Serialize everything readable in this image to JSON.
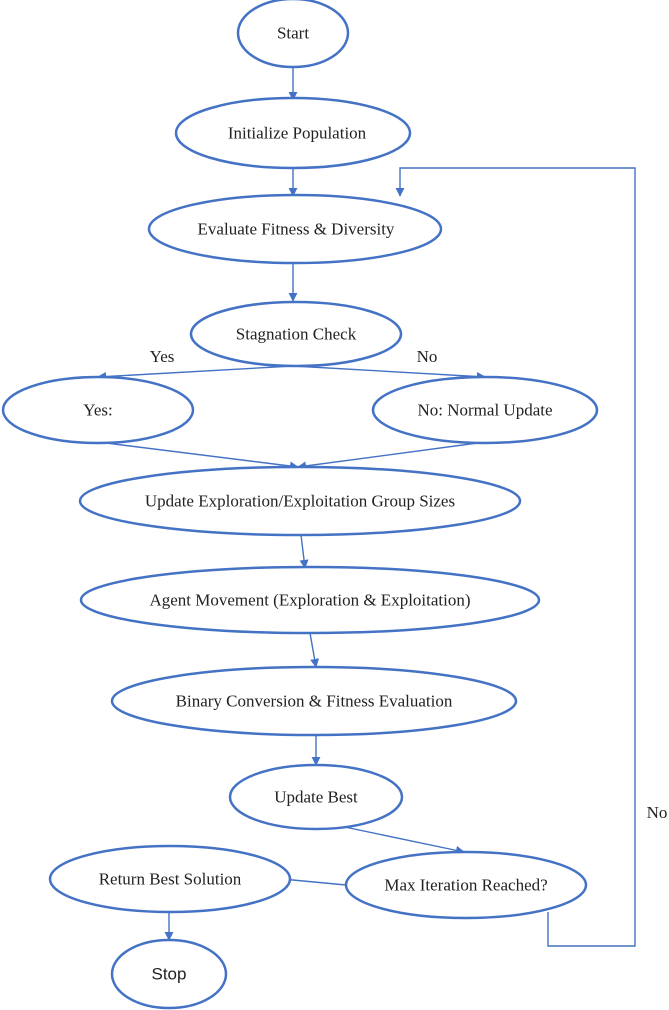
{
  "diagram": {
    "accent_color": "#4472C4",
    "nodes": {
      "start": "Start",
      "init": "Initialize Population",
      "evaluate": "Evaluate Fitness & Diversity",
      "stagnation": "Stagnation Check",
      "yes_branch": "Yes:",
      "no_branch": "No: Normal Update",
      "update_groups": "Update Exploration/Exploitation Group Sizes",
      "movement": "Agent Movement (Exploration & Exploitation)",
      "binary": "Binary Conversion & Fitness Evaluation",
      "update_best": "Update Best",
      "max_iter": "Max Iteration Reached?",
      "return_best": "Return Best Solution",
      "stop": "Stop"
    },
    "edge_labels": {
      "yes": "Yes",
      "no": "No",
      "loop_no": "No"
    }
  }
}
